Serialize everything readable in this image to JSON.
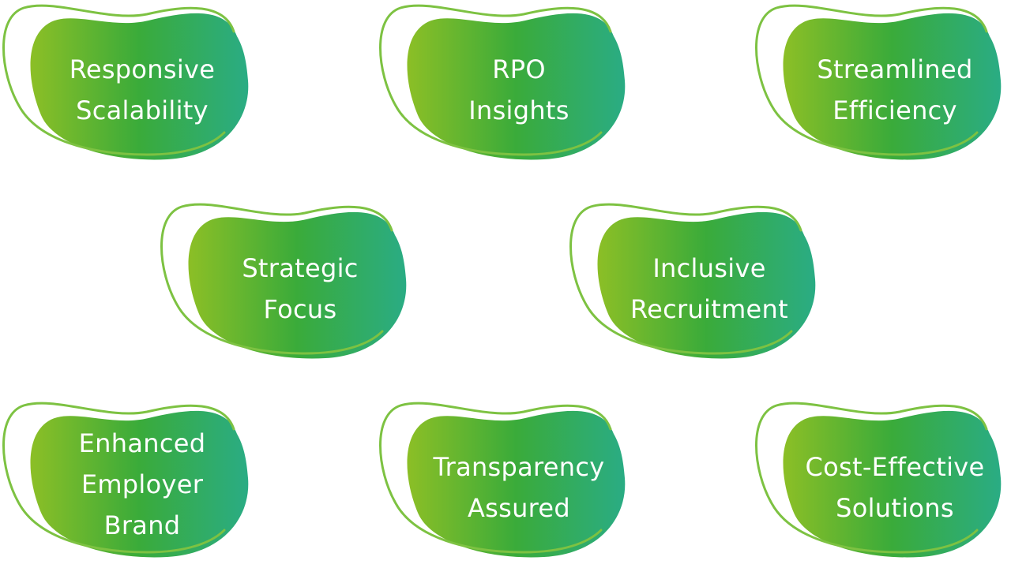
{
  "colors": {
    "gradient_start": "#8cbf26",
    "gradient_mid": "#3aab3a",
    "gradient_end": "#2aac84",
    "outline": "#7dc242",
    "text": "#ffffff"
  },
  "badges": [
    {
      "lines": [
        "Responsive",
        "Scalability"
      ]
    },
    {
      "lines": [
        "RPO",
        "Insights"
      ]
    },
    {
      "lines": [
        "Streamlined",
        "Efficiency"
      ]
    },
    {
      "lines": [
        "Strategic",
        "Focus"
      ]
    },
    {
      "lines": [
        "Inclusive",
        "Recruitment"
      ]
    },
    {
      "lines": [
        "Enhanced",
        "Employer",
        "Brand"
      ]
    },
    {
      "lines": [
        "Transparency",
        "Assured"
      ]
    },
    {
      "lines": [
        "Cost-Effective",
        "Solutions"
      ]
    }
  ]
}
